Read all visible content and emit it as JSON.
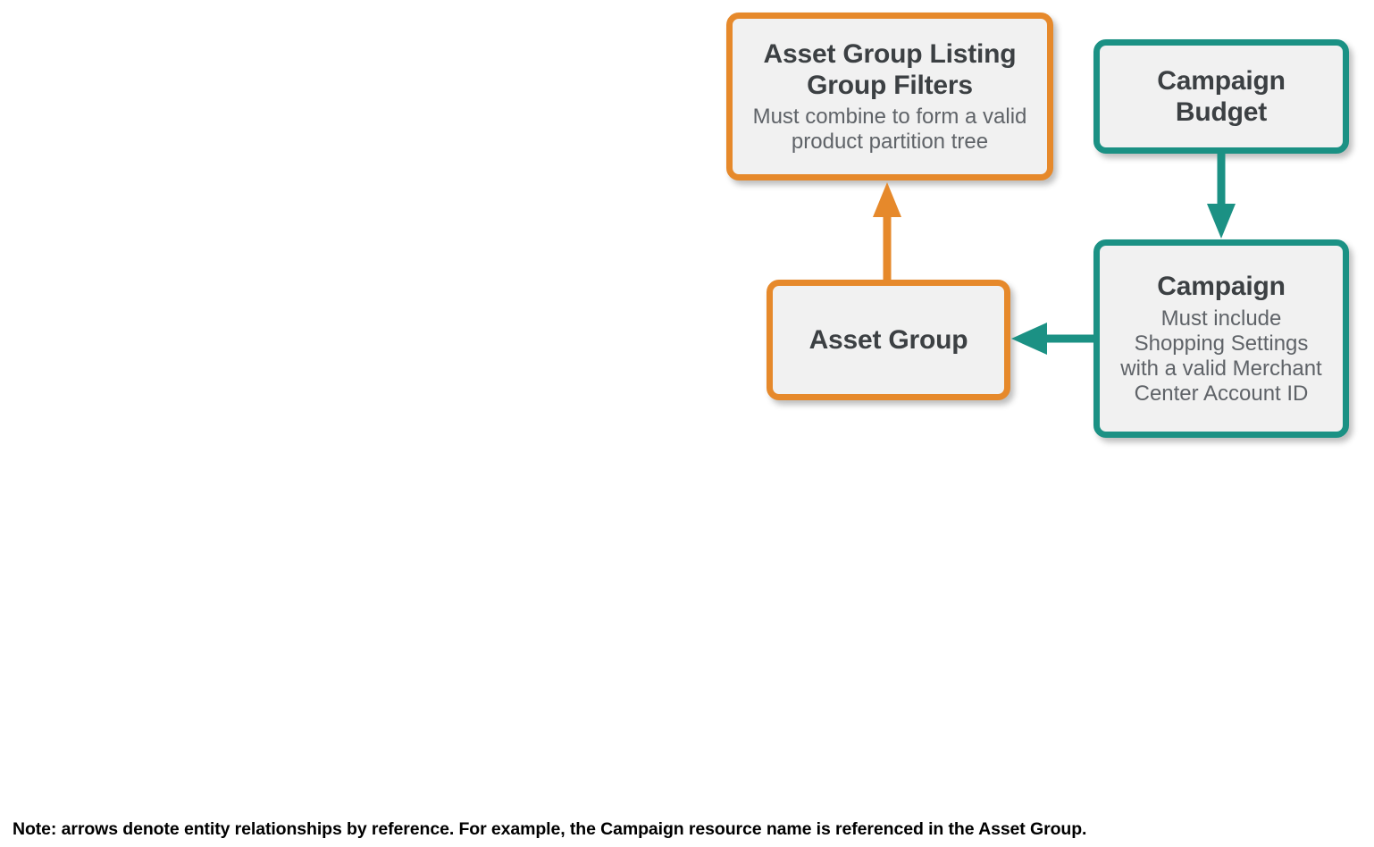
{
  "diagram": {
    "colors": {
      "orange": "#E6892B",
      "teal": "#1B9184",
      "node_fill": "#f1f1f1",
      "title_text": "#3c4043",
      "subtitle_text": "#5f6368",
      "note_text": "#000000",
      "background": "#ffffff"
    },
    "nodes": [
      {
        "id": "asset-group-listing-group-filters",
        "title": "Asset Group Listing Group Filters",
        "title_lines": [
          "Asset Group Listing",
          "Group Filters"
        ],
        "subtitle": "Must combine to form a valid product partition tree",
        "subtitle_lines": [
          "Must combine to form a valid",
          "product partition tree"
        ],
        "color": "orange"
      },
      {
        "id": "campaign-budget",
        "title": "Campaign Budget",
        "title_lines": [
          "Campaign",
          "Budget"
        ],
        "subtitle": "",
        "color": "teal"
      },
      {
        "id": "asset-group",
        "title": "Asset Group",
        "title_lines": [
          "Asset Group"
        ],
        "subtitle": "",
        "color": "orange"
      },
      {
        "id": "campaign",
        "title": "Campaign",
        "title_lines": [
          "Campaign"
        ],
        "subtitle": "Must include Shopping Settings with a valid Merchant Center Account ID",
        "subtitle_lines": [
          "Must include",
          "Shopping Settings",
          "with a valid Merchant",
          "Center Account ID"
        ],
        "color": "teal"
      }
    ],
    "edges": [
      {
        "id": "asset-group-to-listing-group-filters",
        "from": "asset-group",
        "to": "asset-group-listing-group-filters",
        "color": "orange",
        "direction": "up"
      },
      {
        "id": "campaign-budget-to-campaign",
        "from": "campaign-budget",
        "to": "campaign",
        "color": "teal",
        "direction": "down"
      },
      {
        "id": "campaign-to-asset-group",
        "from": "campaign",
        "to": "asset-group",
        "color": "teal",
        "direction": "left"
      }
    ]
  },
  "note": {
    "text": "Note: arrows denote entity relationships by reference. For example, the Campaign resource name is referenced in the Asset Group."
  }
}
